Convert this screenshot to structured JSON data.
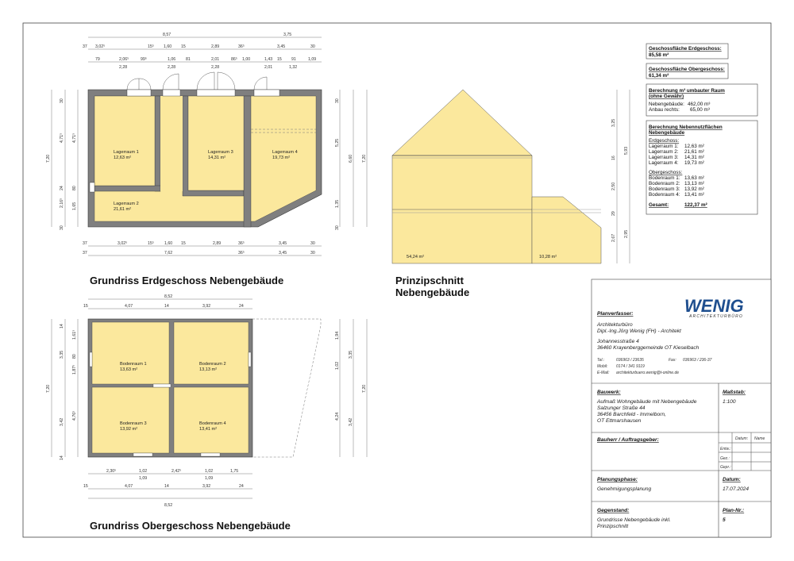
{
  "areas": {
    "eg_label": "Geschossfläche Erdgeschoss:",
    "eg_value": "85,58 m²",
    "og_label": "Geschossfläche Obergeschoss:",
    "og_value": "61,34 m²",
    "m3_label": "Berechnung m³ umbauter Raum",
    "m3_sub": "(ohne Gewähr)",
    "m3_rows": [
      "Nebengebäude:",
      "462,00 m³",
      "Anbau rechts:",
      "65,00 m³"
    ],
    "nnf_label": "Berechnung Nebennutzflächen",
    "nnf_sub": "Nebengebäude",
    "eg_head": "Erdgeschoss:",
    "eg_rows": [
      {
        "name": "Lagerraum 1:",
        "val": "12,63 m²"
      },
      {
        "name": "Lagerraum 2:",
        "val": "21,61 m²"
      },
      {
        "name": "Lagerraum 3:",
        "val": "14,31 m²"
      },
      {
        "name": "Lagerraum 4:",
        "val": "19,73 m²"
      }
    ],
    "og_head": "Obergeschoss:",
    "og_rows": [
      {
        "name": "Bodenraum 1:",
        "val": "13,63 m²"
      },
      {
        "name": "Bodenraum 2:",
        "val": "13,13 m²"
      },
      {
        "name": "Bodenraum 3:",
        "val": "13,92 m²"
      },
      {
        "name": "Bodenraum 4:",
        "val": "13,41 m²"
      }
    ],
    "total_label": "Gesamt:",
    "total_value": "122,37 m²"
  },
  "titles": {
    "eg": "Grundriss Erdgeschoss Nebengebäude",
    "og": "Grundriss Obergeschoss Nebengebäude",
    "section_1": "Prinzipschnitt",
    "section_2": "Nebengebäude"
  },
  "eg_rooms": [
    {
      "name": "Lagerraum 1",
      "area": "12,63 m²"
    },
    {
      "name": "Lagerraum 2",
      "area": "21,61 m²"
    },
    {
      "name": "Lagerraum 3",
      "area": "14,31 m²"
    },
    {
      "name": "Lagerraum 4",
      "area": "19,73 m²"
    }
  ],
  "og_rooms": [
    {
      "name": "Bodenraum 1",
      "area": "13,63 m²"
    },
    {
      "name": "Bodenraum 2",
      "area": "13,13 m²"
    },
    {
      "name": "Bodenraum 3",
      "area": "13,92 m²"
    },
    {
      "name": "Bodenraum 4",
      "area": "13,41 m²"
    }
  ],
  "section": {
    "left_area": "54,24 m²",
    "right_area": "10,28 m²"
  },
  "eg_dims": {
    "top1": [
      "8,57",
      "3,75"
    ],
    "top2": [
      "37",
      "3,02⁵",
      "15⁵",
      "1,60",
      "15",
      "2,89",
      "36⁵",
      "3,45",
      "30"
    ],
    "top3": [
      "79",
      "2,06⁵",
      "99⁵",
      "1,06",
      "81",
      "2,01",
      "86⁵",
      "1,00",
      "1,43",
      "15",
      "91",
      "1,09"
    ],
    "top4": [
      "2,28",
      "2,28",
      "2,28",
      "2,01",
      "1,32"
    ],
    "bot1": [
      "37",
      "3,02⁵",
      "15⁵",
      "1,60",
      "15",
      "2,89",
      "36⁵",
      "3,45",
      "30"
    ],
    "bot2": [
      "37",
      "7,62",
      "36⁵",
      "3,45",
      "30"
    ],
    "left_outer": "7,20",
    "left": [
      "30",
      "4,71⁵",
      "24",
      "2,16⁵",
      "30"
    ],
    "left_b": [
      "4,71⁵",
      "1,65",
      "80"
    ],
    "right": [
      "30",
      "5,25",
      "1,35",
      "30"
    ],
    "right_b": [
      "6,60"
    ],
    "right_outer": "7,20"
  },
  "og_dims": {
    "top_total": "8,52",
    "top": [
      "15",
      "4,07",
      "14",
      "3,92",
      "24"
    ],
    "bot1": [
      "2,30⁵",
      "1,02",
      "2,42⁵",
      "1,02",
      "1,75"
    ],
    "bot1b": [
      "1,09",
      "1,09"
    ],
    "bot2": [
      "15",
      "4,07",
      "14",
      "3,92",
      "24"
    ],
    "bot_total": "8,52",
    "left_outer": "7,20",
    "left": [
      "14",
      "3,35",
      "3,42",
      "14"
    ],
    "left_b": [
      "1,61⁵",
      "80",
      "1,87⁵",
      "4,76⁵"
    ],
    "right": [
      "1,94",
      "1,02",
      "4,24"
    ],
    "right_b": [
      "3,35",
      "3,42"
    ],
    "right_outer": "7,20"
  },
  "section_dims": {
    "right": [
      "3,25",
      "5,93",
      "16",
      "2,50",
      "29",
      "2,67",
      "2,95"
    ]
  },
  "titleblock": {
    "logo": "WENIG",
    "logo_sub": "ARCHITEKTURBÜRO",
    "planverfasser_h": "Planverfasser:",
    "planverfasser": [
      "Architekturbüro",
      "Dipl.-Ing.Jörg Wenig (FH) - Architekt"
    ],
    "address": [
      "Johannesstraße 4",
      "36460 Krayenberggemeinde   OT Kieselbach"
    ],
    "contact": [
      {
        "k": "Tel.:",
        "v": "036963 / 23635",
        "k2": "Fax:",
        "v2": "036963 / 236-37"
      },
      {
        "k": "Mobil:",
        "v": "0174 / 341 9119",
        "k2": "",
        "v2": ""
      },
      {
        "k": "E-Mail:",
        "v": "architekturbuero.wenig@t-online.de",
        "k2": "",
        "v2": ""
      }
    ],
    "bauwerk_h": "Bauwerk:",
    "bauwerk": [
      "Aufmaß Wohngebäude mit Nebengebäude",
      "Salzunger Straße 44",
      "36456 Barchfeld - Immelborn,",
      "OT Ettmarshausen"
    ],
    "massstab_h": "Maßstab:",
    "massstab": "1:100",
    "bauherr_h": "Bauherr / Auftragsgeber:",
    "check_head": [
      "Datum:",
      "Name"
    ],
    "check_rows": [
      "Entw.:",
      "Gez.:",
      "Gepr.:"
    ],
    "phase_h": "Planungsphase:",
    "phase": "Genehmigungsplanung",
    "datum_h": "Datum:",
    "datum": "17.07.2024",
    "gegenstand_h": "Gegenstand:",
    "gegenstand": [
      "Grundrisse Nebengebäude inkl.",
      "Prinzipschnitt"
    ],
    "plan_h": "Plan-Nr.:",
    "plan": "5"
  }
}
